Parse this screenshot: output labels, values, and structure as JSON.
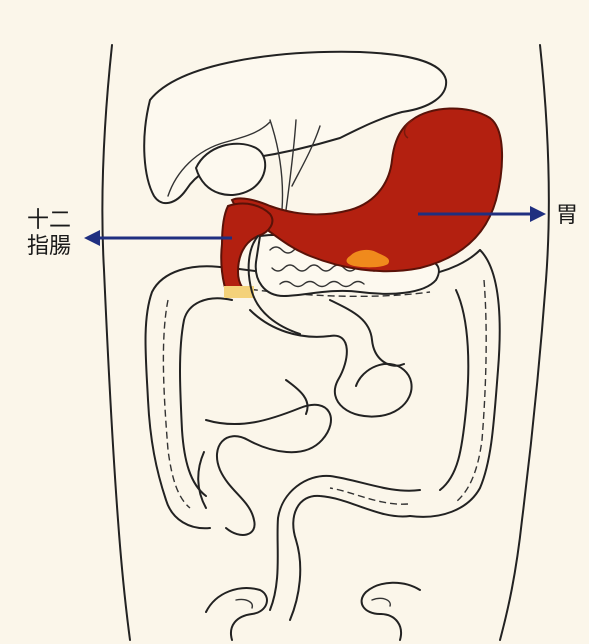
{
  "labels": {
    "duodenum_line1": "十二",
    "duodenum_line2": "指腸",
    "stomach": "胃"
  },
  "colors": {
    "background": "#fbf6ea",
    "highlight_organ": "#b32010",
    "highlight_spot": "#f08a1c",
    "arrow": "#1f2f80"
  }
}
